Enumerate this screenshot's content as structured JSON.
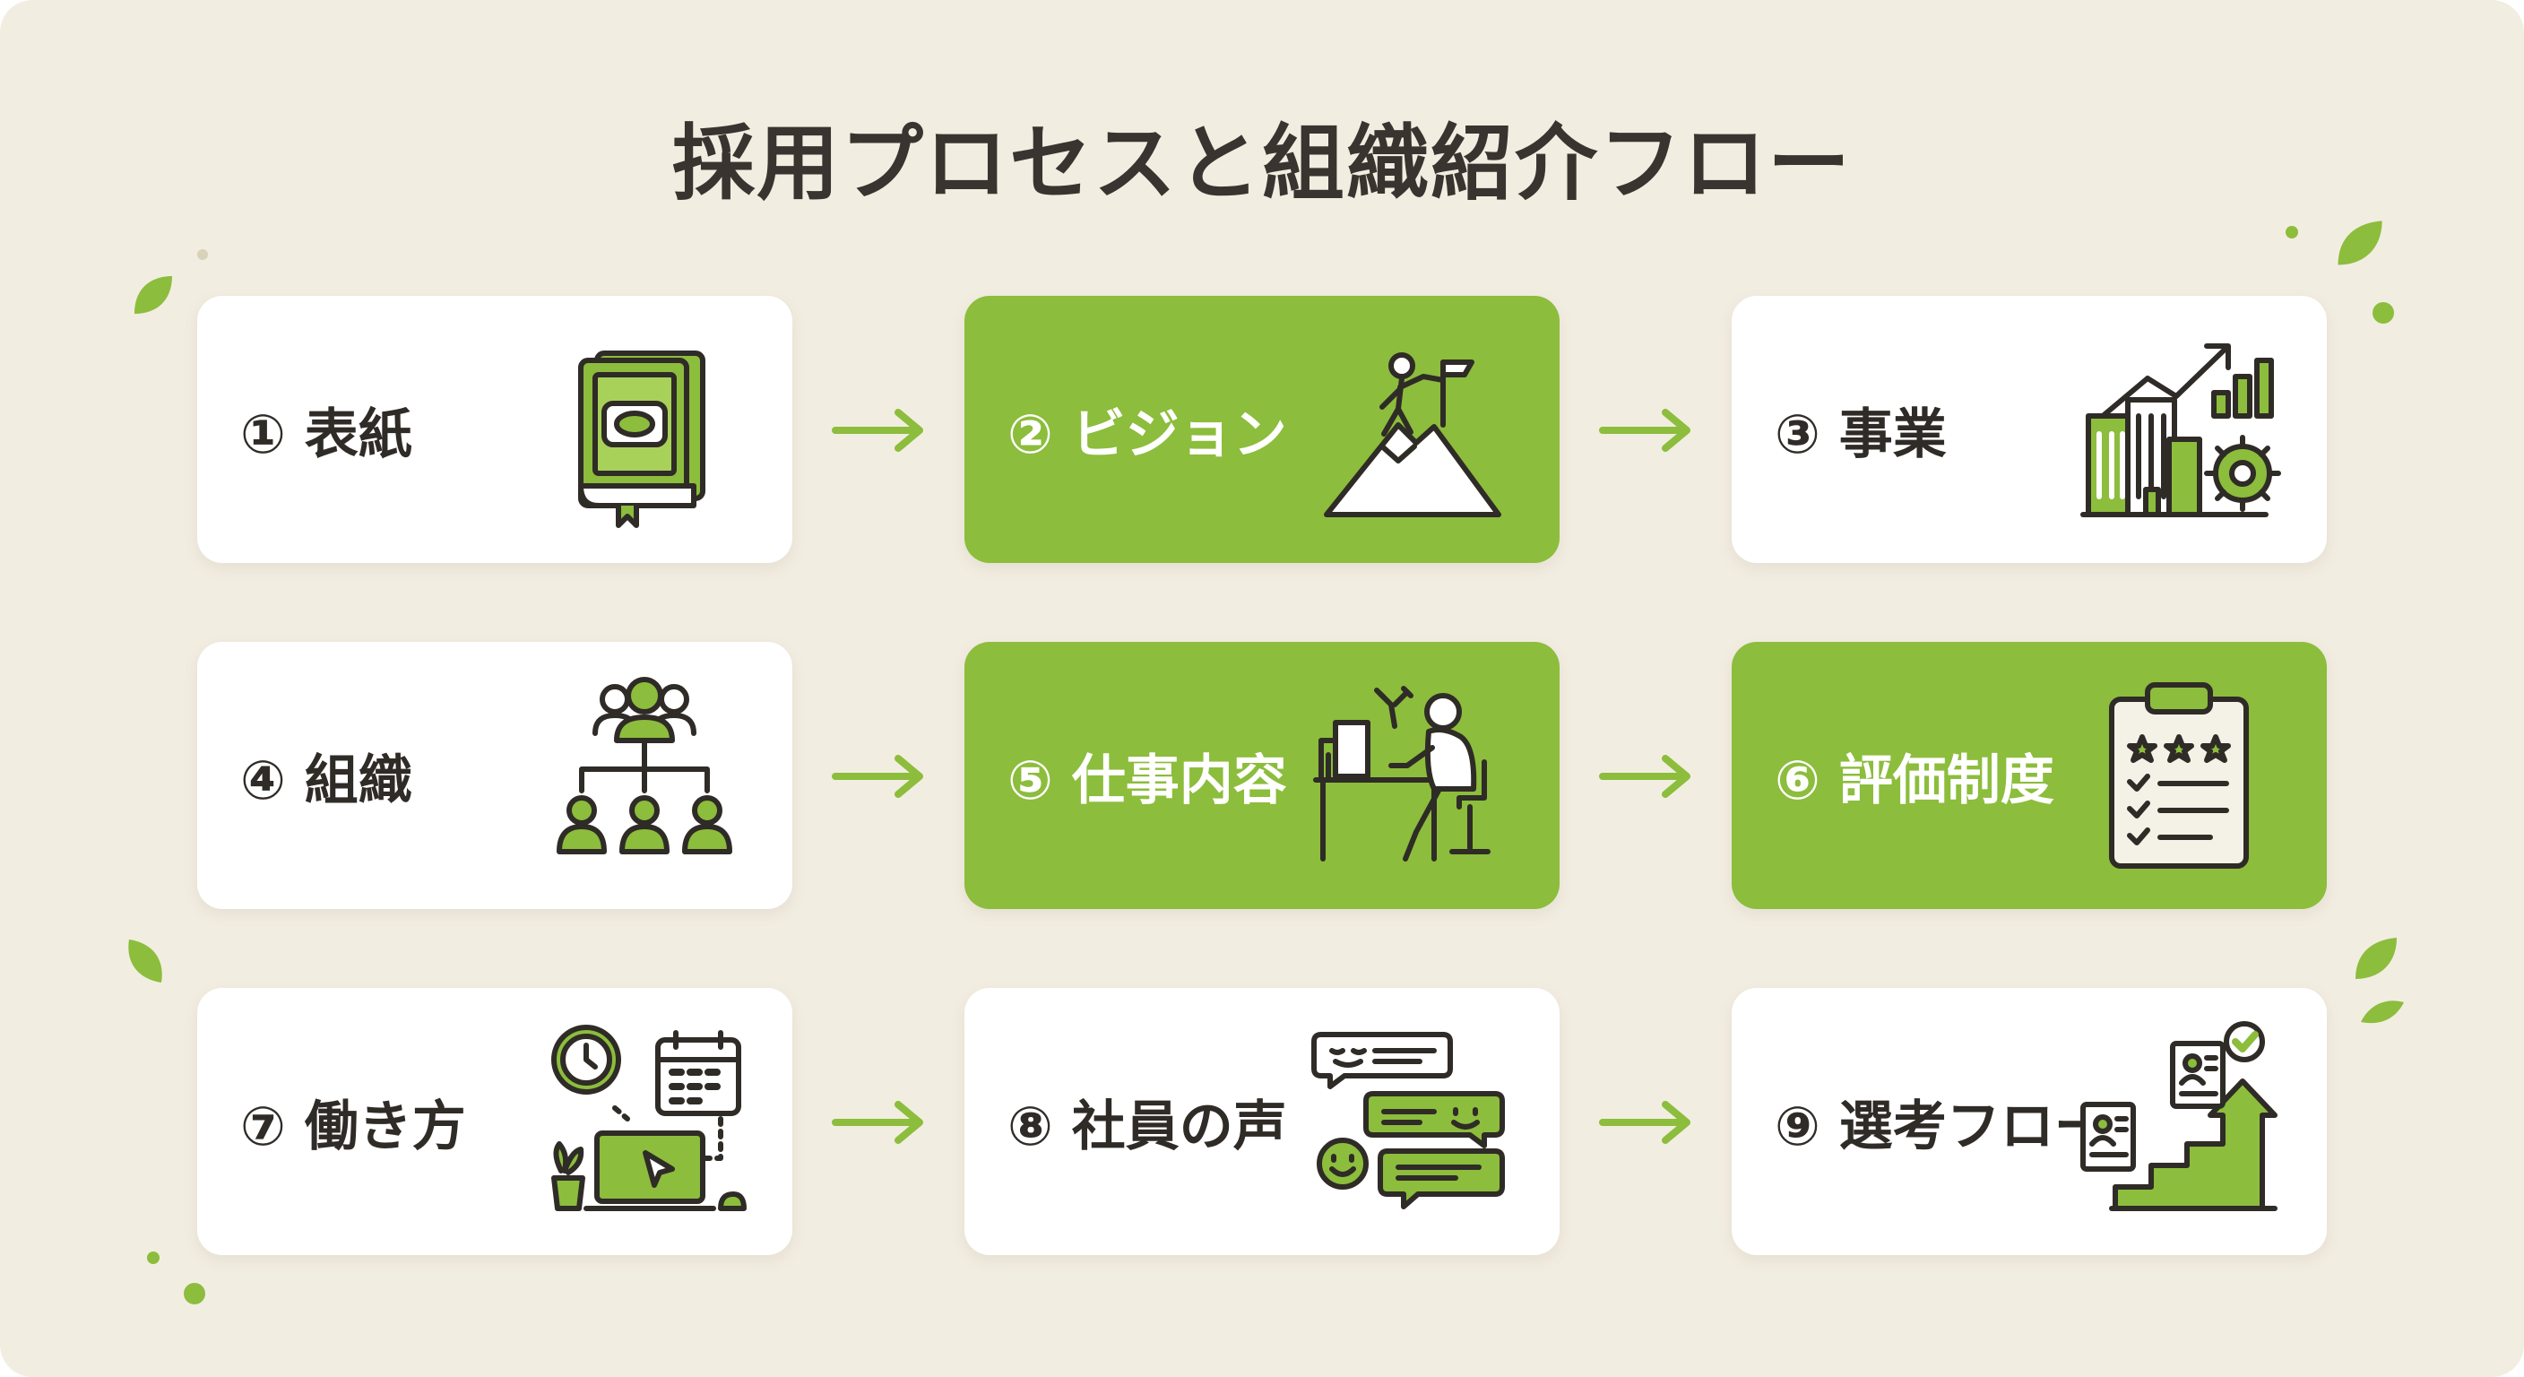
{
  "title": "採用プロセスと組織紹介フロー",
  "colors": {
    "background": "#f2ede1",
    "card": "#ffffff",
    "accent": "#8cbd3c",
    "dark": "#2f2b27"
  },
  "steps": [
    {
      "label": "① 表紙",
      "icon": "book-icon",
      "highlighted": false
    },
    {
      "label": "② ビジョン",
      "icon": "mountain-flag-icon",
      "highlighted": true
    },
    {
      "label": "③ 事業",
      "icon": "business-growth-icon",
      "highlighted": false
    },
    {
      "label": "④ 組織",
      "icon": "org-chart-icon",
      "highlighted": false
    },
    {
      "label": "⑤ 仕事内容",
      "icon": "desk-worker-icon",
      "highlighted": true
    },
    {
      "label": "⑥ 評価制度",
      "icon": "clipboard-rating-icon",
      "highlighted": true
    },
    {
      "label": "⑦ 働き方",
      "icon": "workstyle-icon",
      "highlighted": false
    },
    {
      "label": "⑧ 社員の声",
      "icon": "chat-bubbles-icon",
      "highlighted": false
    },
    {
      "label": "⑨ 選考フロー",
      "icon": "selection-steps-icon",
      "highlighted": false
    }
  ]
}
